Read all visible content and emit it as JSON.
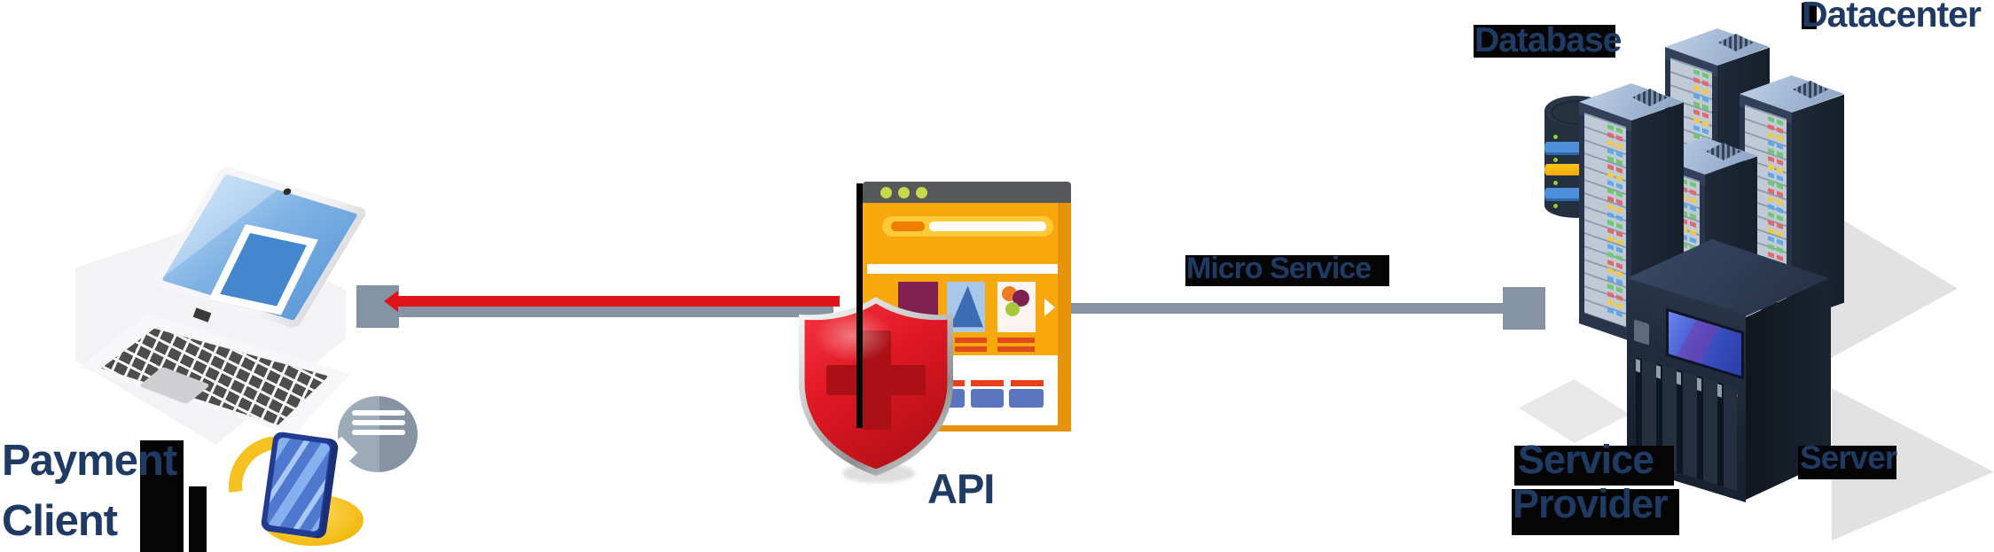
{
  "nodes": {
    "payment_client": {
      "line1": "Payment",
      "line2": "Client"
    },
    "api": {
      "label": "API"
    },
    "service_provider": {
      "line1": "Service",
      "line2": "Provider"
    },
    "database": {
      "label": "Database"
    },
    "datacenter": {
      "label": "Datacenter"
    },
    "server": {
      "label": "Server"
    }
  },
  "connections": {
    "client_to_api": {
      "type": "line",
      "color": "#df141b"
    },
    "api_to_provider": {
      "type": "line",
      "color": "#8593a4",
      "label": "Micro Service"
    }
  },
  "palette": {
    "label_navy": "#1f3a63",
    "connector_gray": "#8494a5",
    "link_red": "#df141b",
    "link_gray": "#8593a4",
    "artifact_black": "#050505",
    "browser_orange": "#f7a80d",
    "shield_red": "#e01824"
  }
}
